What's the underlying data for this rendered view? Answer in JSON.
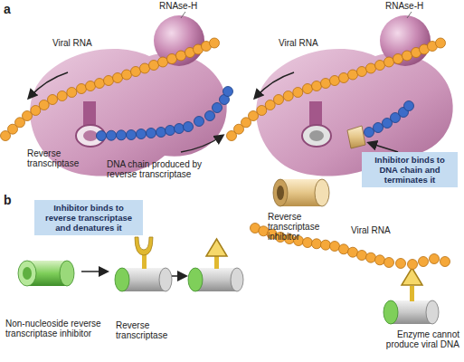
{
  "diagram": {
    "nodes": [
      {
        "text": [
          "Inhibitor binds to DNA chain and terminates it"
        ]
      },
      {
        "text": [
          "Inhibitor binds to reverse transcriptase and denatures it"
        ]
      }
    ],
    "labels": [
      "a",
      "RNAse-H",
      "Viral RNA",
      "Reverse transcriptase",
      "DNA chain produced by reverse transcriptase",
      "RNAse-H",
      "Viral RNA",
      "Reverse transcriptase inhibitor",
      "b",
      "Non-nucleoside reverse transcriptase inhibitor",
      "Reverse transcriptase",
      "Viral RNA",
      "Enzyme cannot produce viral DNA"
    ]
  }
}
